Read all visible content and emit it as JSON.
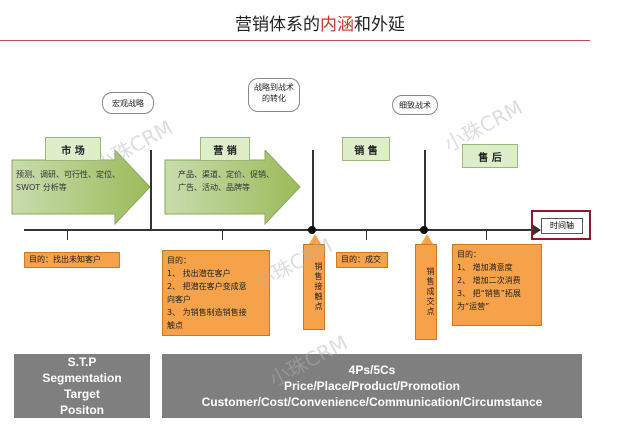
{
  "title": {
    "prefix": "营销体系的",
    "highlight": "内涵",
    "suffix": "和外延"
  },
  "phases": {
    "market": "市 场",
    "marketing": "营 销",
    "sales": "销 售",
    "after_sales": "售 后"
  },
  "bubbles": {
    "macro": "宏观战略",
    "strategy_to_tactics": "战略到战术的转化",
    "detailed_tactics": "细致战术"
  },
  "arrow1_lines": [
    "预测、调研、可行性、定位、",
    "SWOT 分析等"
  ],
  "arrow2_lines": [
    "产品、渠道、定价、促销、",
    "广告、活动、品牌等"
  ],
  "timeline_label": "时间轴",
  "objective1": "目的：找出未知客户",
  "objective2": {
    "heading": "目的：",
    "items": [
      "1、 找出潜在客户",
      "2、 把潜在客户变成意",
      "    向客户",
      "3、 为销售制造销售接",
      "    触点"
    ]
  },
  "objective3": "目的：成交",
  "objective4": {
    "heading": "目的：",
    "items": [
      "1、 增加满意度",
      "2、 增加二次消费",
      "3、 把“销售”拓展",
      "    为“运营”"
    ]
  },
  "contact_points": {
    "sales_contact": "销售接触点",
    "deal_contact": "销售成交点"
  },
  "bottom_left": [
    "S.T.P",
    "Segmentation",
    "Target",
    "Positon"
  ],
  "bottom_right": [
    "4Ps/5Cs",
    "Price/Place/Product/Promotion",
    "Customer/Cost/Convenience/Communication/Circumstance"
  ],
  "watermark": "小珠CRM",
  "colors": {
    "phase_fill": "#ddeec9",
    "arrow_fill": "#9bbb59",
    "orange": "#f6a24a",
    "gray": "#7f7f7f",
    "accent_red": "#8b1a2b"
  }
}
